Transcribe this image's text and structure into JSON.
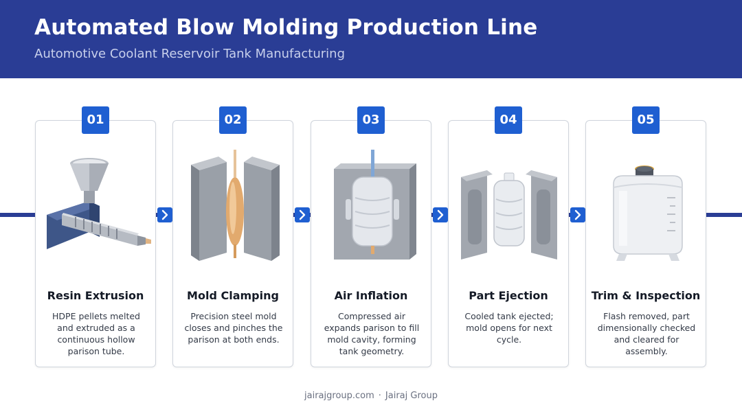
{
  "header": {
    "title": "Automated Blow Molding Production Line",
    "subtitle": "Automotive Coolant Reservoir Tank Manufacturing"
  },
  "steps": [
    {
      "number": "01",
      "title": "Resin Extrusion",
      "description": "HDPE pellets melted and extruded as a continuous hollow parison tube.",
      "icon": "extruder-icon"
    },
    {
      "number": "02",
      "title": "Mold Clamping",
      "description": "Precision steel mold closes and pinches the parison at both ends.",
      "icon": "mold-clamp-icon"
    },
    {
      "number": "03",
      "title": "Air Inflation",
      "description": "Compressed air expands parison to fill mold cavity, forming tank geometry.",
      "icon": "inflation-icon"
    },
    {
      "number": "04",
      "title": "Part Ejection",
      "description": "Cooled tank ejected; mold opens for next cycle.",
      "icon": "ejection-icon"
    },
    {
      "number": "05",
      "title": "Trim & Inspection",
      "description": "Flash removed, part dimensionally checked and cleared for assembly.",
      "icon": "coolant-tank-icon"
    }
  ],
  "footer": {
    "site": "jairajgroup.com",
    "separator": "·",
    "company": "Jairaj Group"
  },
  "colors": {
    "header_bg": "#2a3d95",
    "accent": "#1f5fd1",
    "flow_line": "#2a3d95"
  }
}
